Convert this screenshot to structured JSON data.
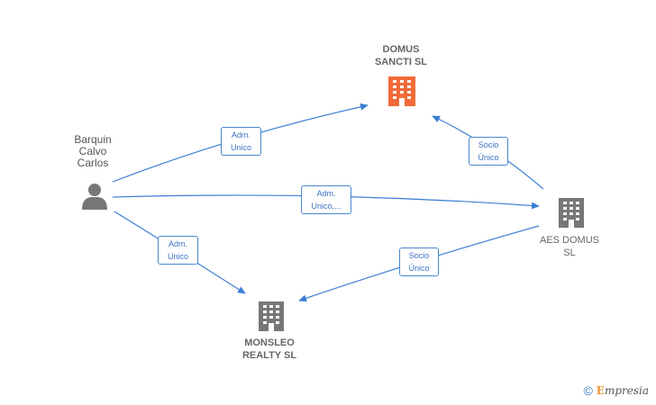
{
  "nodes": {
    "domus_sancti": {
      "line1": "DOMUS",
      "line2": "SANCTI  SL",
      "color": "#f26a3a",
      "icon": "building-icon"
    },
    "aes_domus": {
      "line1": "AES DOMUS",
      "line2": "SL",
      "color": "#777777",
      "icon": "building-icon"
    },
    "monsleo": {
      "line1": "MONSLEO",
      "line2": "REALTY  SL",
      "color": "#777777",
      "icon": "building-icon"
    },
    "person": {
      "line1": "Barquin",
      "line2": "Calvo",
      "line3": "Carlos",
      "color": "#777777",
      "icon": "person-icon"
    }
  },
  "edges": {
    "person_domus": {
      "line1": "Adm.",
      "line2": "Unico"
    },
    "person_aes": {
      "line1": "Adm.",
      "line2": "Unico,..."
    },
    "person_monsleo": {
      "line1": "Adm.",
      "line2": "Unico"
    },
    "aes_domus": {
      "line1": "Socio",
      "line2": "Único"
    },
    "aes_monsleo": {
      "line1": "Socio",
      "line2": "Único"
    }
  },
  "edge_color": "#3d7fd6",
  "brand": {
    "symbol": "©",
    "initial": "E",
    "rest": "mpresia"
  }
}
